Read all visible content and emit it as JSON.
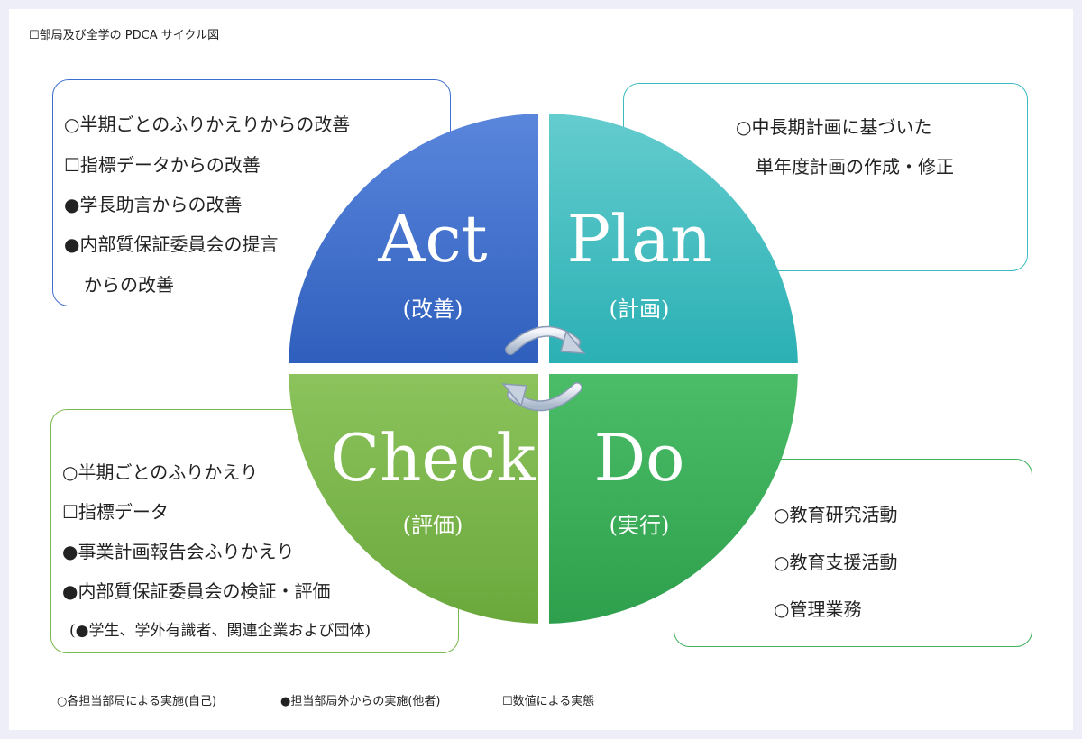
{
  "title": "☐部局及び全学の PDCA サイクル図",
  "quadrants": {
    "act": {
      "title": "Act",
      "subtitle": "(改善)",
      "color": "#3f6fce"
    },
    "plan": {
      "title": "Plan",
      "subtitle": "(計画)",
      "color": "#3cbcc0"
    },
    "check": {
      "title": "Check",
      "subtitle": "(評価)",
      "color": "#7ab84a"
    },
    "do": {
      "title": "Do",
      "subtitle": "(実行)",
      "color": "#3fb05c"
    }
  },
  "boxes": {
    "act": [
      "○半期ごとのふりかえりからの改善",
      "☐指標データからの改善",
      "●学長助言からの改善",
      "●内部質保証委員会の提言",
      "からの改善"
    ],
    "plan": [
      "○中長期計画に基づいた",
      "単年度計画の作成・修正"
    ],
    "check": [
      "○半期ごとのふりかえり",
      "☐指標データ",
      "●事業計画報告会ふりかえり",
      "●内部質保証委員会の検証・評価",
      "(●学生、学外有識者、関連企業および団体)"
    ],
    "do": [
      "○教育研究活動",
      "○教育支援活動",
      "○管理業務"
    ]
  },
  "legend": [
    "○各担当部局による実施(自己)",
    "●担当部局外からの実施(他者)",
    "☐数値による実態"
  ]
}
